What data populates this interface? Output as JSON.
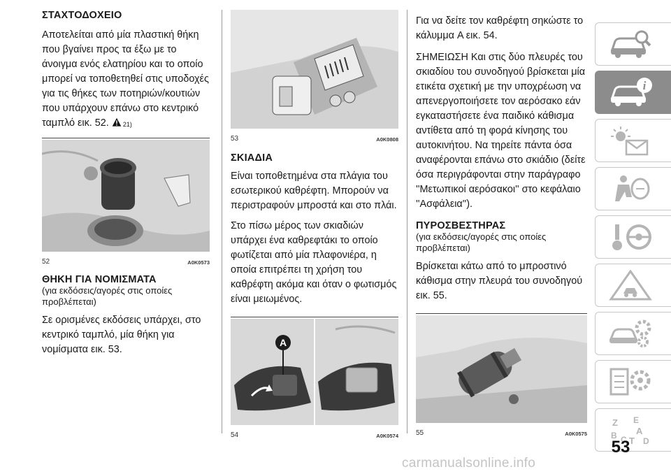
{
  "col1": {
    "stowage_heading": "ΣΤΑΧΤΟΔΟΧΕΙΟ",
    "stowage_text": "Αποτελείται από μία πλαστική θήκη που βγαίνει προς τα έξω με το άνοιγμα ενός ελατηρίου και το οποίο μπορεί να τοποθετηθεί στις υποδοχές για τις θήκες των ποτηριών/κουτιών που υπάρχουν επάνω στο κεντρικό ταμπλό εικ. 52.",
    "warning_ref": "21)",
    "fig52_num": "52",
    "fig52_code": "A0K0573",
    "coin_heading": "ΘΗΚΗ ΓΙΑ ΝΟΜΙΣΜΑΤΑ",
    "coin_sub": "(για εκδόσεις/αγορές στις οποίες προβλέπεται)",
    "coin_text": "Σε ορισμένες εκδόσεις υπάρχει, στο κεντρικό ταμπλό, μία θήκη για νομίσματα εικ. 53."
  },
  "col2": {
    "fig53_num": "53",
    "fig53_code": "A0K0808",
    "visor_heading": "ΣΚΙΑΔΙΑ",
    "visor_text1": "Είναι τοποθετημένα στα πλάγια του εσωτερικού καθρέφτη. Μπορούν να περιστραφούν μπροστά και στο πλάι.",
    "visor_text2": "Στο πίσω μέρος των σκιαδιών υπάρχει ένα καθρεφτάκι το οποίο φωτίζεται από μία πλαφονιέρα, η οποία επιτρέπει τη χρήση του καθρέφτη ακόμα και όταν ο φωτισμός είναι μειωμένος.",
    "fig54_num": "54",
    "fig54_code": "A0K0574",
    "fig54_label": "A"
  },
  "col3": {
    "visor_text3": "Για να δείτε τον καθρέφτη σηκώστε το κάλυμμα A εικ. 54.",
    "note_text": "ΣΗΜΕΙΩΣΗ Και στις δύο πλευρές του σκιαδίου του συνοδηγού βρίσκεται μία ετικέτα σχετική με την υποχρέωση να απενεργοποιήσετε τον αερόσακο εάν εγκαταστήσετε ένα παιδικό κάθισμα αντίθετα από τη φορά κίνησης του αυτοκινήτου. Να τηρείτε πάντα όσα αναφέρονται επάνω στο σκιάδιο (δείτε όσα περιγράφονται στην παράγραφο ''Μετωπικοί αερόσακοι'' στο κεφάλαιο ''Ασφάλεια'').",
    "ext_heading": "ΠΥΡΟΣΒΕΣΤΗΡΑΣ",
    "ext_sub": "(για εκδόσεις/αγορές στις οποίες προβλέπεται)",
    "ext_text": "Βρίσκεται κάτω από το μπροστινό κάθισμα στην πλευρά του συνοδηγού εικ. 55.",
    "fig55_num": "55",
    "fig55_code": "A0K0575"
  },
  "sidebar": {
    "active_index": 1,
    "tabs": [
      {
        "icon": "car-magnifier-icon"
      },
      {
        "icon": "car-info-icon"
      },
      {
        "icon": "warning-lights-icon"
      },
      {
        "icon": "airbag-person-icon"
      },
      {
        "icon": "key-steering-wheel-icon"
      },
      {
        "icon": "road-accident-icon"
      },
      {
        "icon": "car-gears-icon"
      },
      {
        "icon": "specs-icon"
      },
      {
        "icon": "alphabet-index-icon"
      }
    ],
    "alphabet_letters": [
      "Z",
      "E",
      "A",
      "B",
      "C",
      "T",
      "D"
    ]
  },
  "page_number": "53",
  "watermark": "carmanualsonline.info",
  "colors": {
    "active_tab": "#8c8c8c",
    "rule": "#9a9a9a"
  }
}
